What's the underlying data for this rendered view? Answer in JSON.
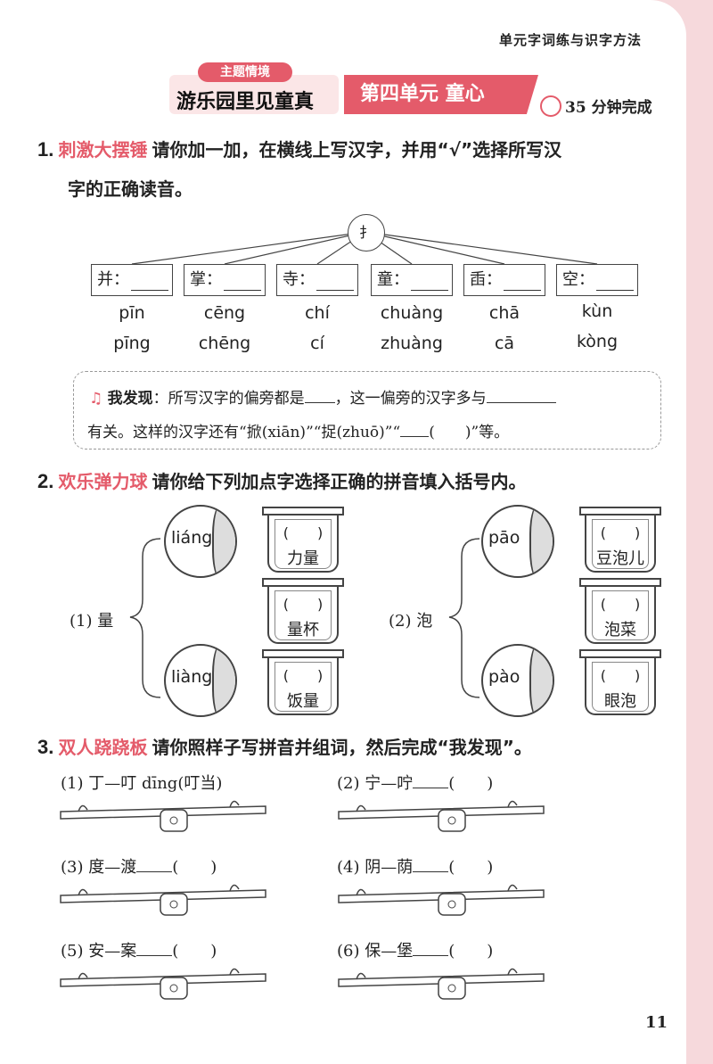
{
  "header": {
    "top_right": "单元字词练与识字方法",
    "theme_tag": "主题情境",
    "theme_title": "游乐园里见童真",
    "unit": "第四单元  童心",
    "time": "35 分钟完成"
  },
  "q1": {
    "num": "1.",
    "title": "刺激大摆锤",
    "text1": "请你加一加，在横线上写汉字，并用“√”选择所写汉",
    "text2": "字的正确读音。",
    "radical": "扌",
    "boxes": [
      "并：",
      "掌：",
      "寺：",
      "童：",
      "臿：",
      "空："
    ],
    "pinyin_top": [
      "pīn",
      "cēng",
      "chí",
      "chuàng",
      "chā",
      "kùn"
    ],
    "pinyin_bottom": [
      "pīng",
      "chēng",
      "cí",
      "zhuàng",
      "cā",
      "kòng"
    ],
    "discover_label": "我发现",
    "discover_1a": "：所写汉字的偏旁都是",
    "discover_1b": "，这一偏旁的汉字多与",
    "discover_2a": "有关。这样的汉字还有“掀(xiān)”“捉(zhuō)”“",
    "discover_2b": "(　　)”等。"
  },
  "q2": {
    "num": "2.",
    "title": "欢乐弹力球",
    "text": "请你给下列加点字选择正确的拼音填入括号内。",
    "left_label": "(1) 量",
    "left_balls": [
      "liáng",
      "liàng"
    ],
    "left_words": [
      "力量",
      "量杯",
      "饭量"
    ],
    "right_label": "(2) 泡",
    "right_balls": [
      "pāo",
      "pào"
    ],
    "right_words": [
      "豆泡儿",
      "泡菜",
      "眼泡"
    ],
    "paren": "(　　)"
  },
  "q3": {
    "num": "3.",
    "title": "双人跷跷板",
    "text": "请你照样子写拼音并组词，然后完成“我发现”。",
    "example": "(1) 丁—叮 dīng(叮当)",
    "items": [
      "(2) 宁—咛",
      "(3) 度—渡",
      "(4) 阴—荫",
      "(5) 安—案",
      "(6) 保—堡"
    ],
    "paren": "(　　)"
  },
  "page_number": "11",
  "colors": {
    "accent": "#e45b6a",
    "margin": "#f6d9dc"
  }
}
